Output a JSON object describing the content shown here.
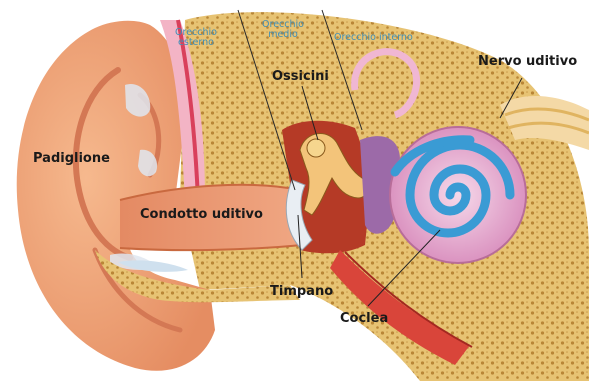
{
  "labels": {
    "orecchio_esterno": "Orecchio esterno",
    "orecchio_medio": "Orecchio medio",
    "orecchio_interno": "Orecchio interno",
    "ossicini": "Ossicini",
    "nervo_uditivo": "Nervo uditivo",
    "padiglione": "Padiglione",
    "condotto_uditivo": "Condotto uditivo",
    "timpano": "Timpano",
    "coclea": "Coclea"
  }
}
